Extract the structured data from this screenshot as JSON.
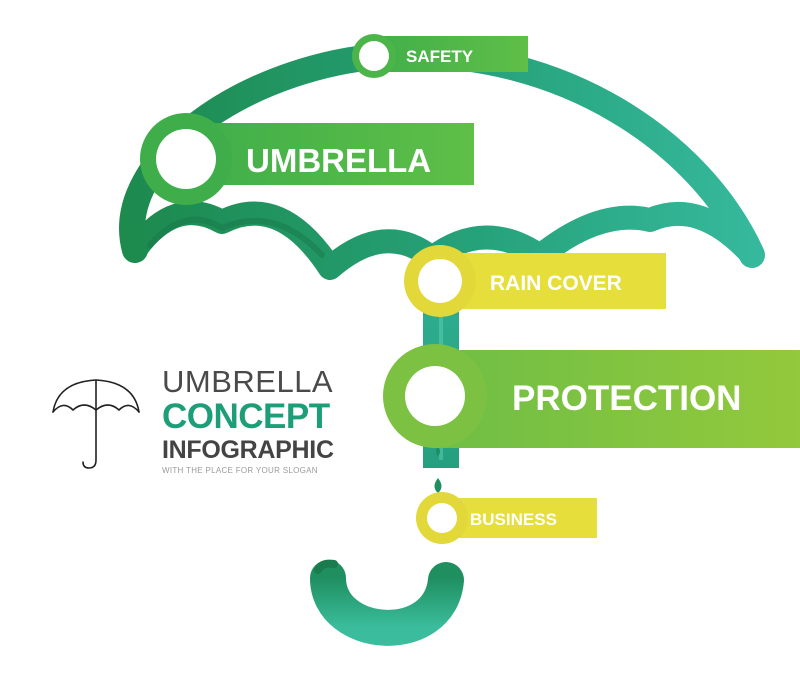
{
  "title": {
    "line1": "UMBRELLA",
    "line2": "CONCEPT",
    "line3": "INFOGRAPHIC",
    "slogan": "WITH THE PLACE FOR YOUR SLOGAN"
  },
  "labels": {
    "safety": "SAFETY",
    "umbrella": "UMBRELLA",
    "rain_cover": "RAIN COVER",
    "protection": "PROTECTION",
    "business": "BUSINESS"
  },
  "colors": {
    "teal": "#2fb293",
    "dark_green": "#1f8f55",
    "green": "#4cb54a",
    "lime": "#8cc63e",
    "yellow": "#e6de3b",
    "text_dark": "#444444",
    "text_teal": "#1e9e78"
  },
  "icons": {
    "umbrella_outline": "umbrella-outline-icon",
    "raindrop": "raindrop-icon"
  }
}
